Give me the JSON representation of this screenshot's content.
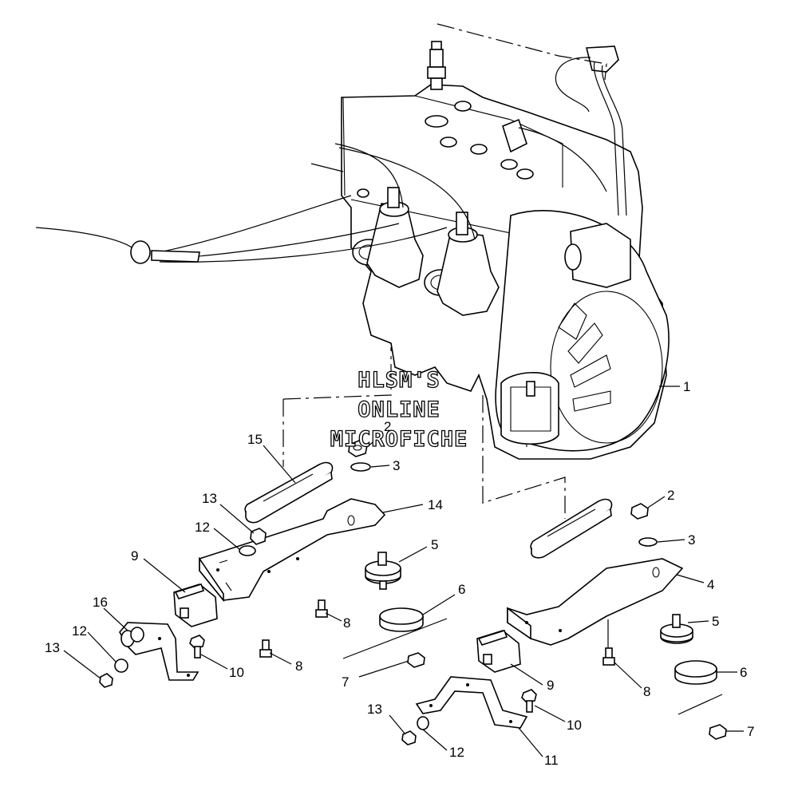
{
  "watermark": {
    "line1": "HLSM'S",
    "line2": "ONLINE",
    "line3": "MICROFICHE"
  },
  "callouts": [
    {
      "id": "c1",
      "label": "1"
    },
    {
      "id": "c2a",
      "label": "2"
    },
    {
      "id": "c3a",
      "label": "3"
    },
    {
      "id": "c15",
      "label": "15"
    },
    {
      "id": "c13a",
      "label": "13"
    },
    {
      "id": "c14",
      "label": "14"
    },
    {
      "id": "c12a",
      "label": "12"
    },
    {
      "id": "c9a",
      "label": "9"
    },
    {
      "id": "c5a",
      "label": "5"
    },
    {
      "id": "c6a",
      "label": "6"
    },
    {
      "id": "c16",
      "label": "16"
    },
    {
      "id": "c12b",
      "label": "12"
    },
    {
      "id": "c13b",
      "label": "13"
    },
    {
      "id": "c8a",
      "label": "8"
    },
    {
      "id": "c10a",
      "label": "10"
    },
    {
      "id": "c8b",
      "label": "8"
    },
    {
      "id": "c7a",
      "label": "7"
    },
    {
      "id": "c2b",
      "label": "2"
    },
    {
      "id": "c3b",
      "label": "3"
    },
    {
      "id": "c4",
      "label": "4"
    },
    {
      "id": "c5b",
      "label": "5"
    },
    {
      "id": "c6b",
      "label": "6"
    },
    {
      "id": "c8c",
      "label": "8"
    },
    {
      "id": "c9b",
      "label": "9"
    },
    {
      "id": "c10b",
      "label": "10"
    },
    {
      "id": "c13c",
      "label": "13"
    },
    {
      "id": "c12c",
      "label": "12"
    },
    {
      "id": "c11",
      "label": "11"
    },
    {
      "id": "c7b",
      "label": "7"
    }
  ]
}
